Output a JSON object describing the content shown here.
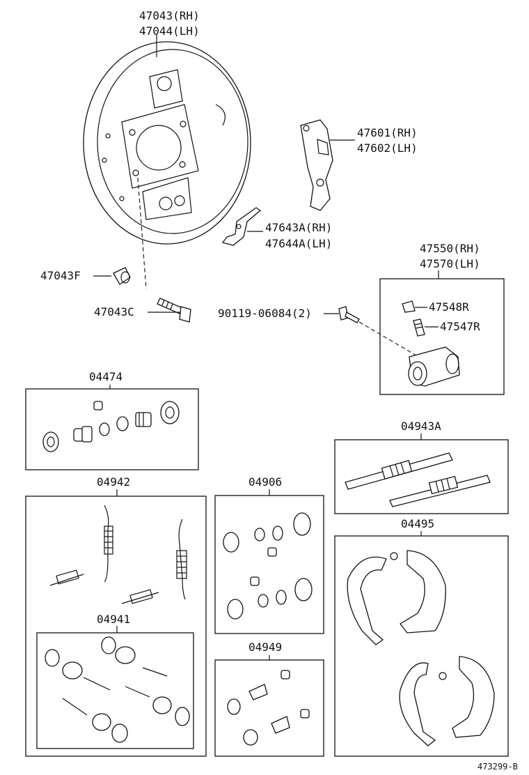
{
  "labels": {
    "backing_plate": [
      "47043(RH)",
      "47044(LH)"
    ],
    "parking_lever": [
      "47601(RH)",
      "47602(LH)"
    ],
    "adjust_lever": [
      "47643A(RH)",
      "47644A(LH)"
    ],
    "bushing": "47043F",
    "bolt": "47043C",
    "cylinder_bolt": "90119-06084(2)",
    "wheel_cylinder": [
      "47550(RH)",
      "47570(LH)"
    ],
    "bleeder_cap": "47548R",
    "bleeder_plug": "47547R",
    "cylinder_kit": "04474",
    "adjuster_kit": "04943A",
    "spring_kit": "04942",
    "repair_kit": "04906",
    "hold_down_kit": "04941",
    "cup_kit": "04949",
    "shoe_kit": "04495",
    "figure_id": "473299-B"
  }
}
